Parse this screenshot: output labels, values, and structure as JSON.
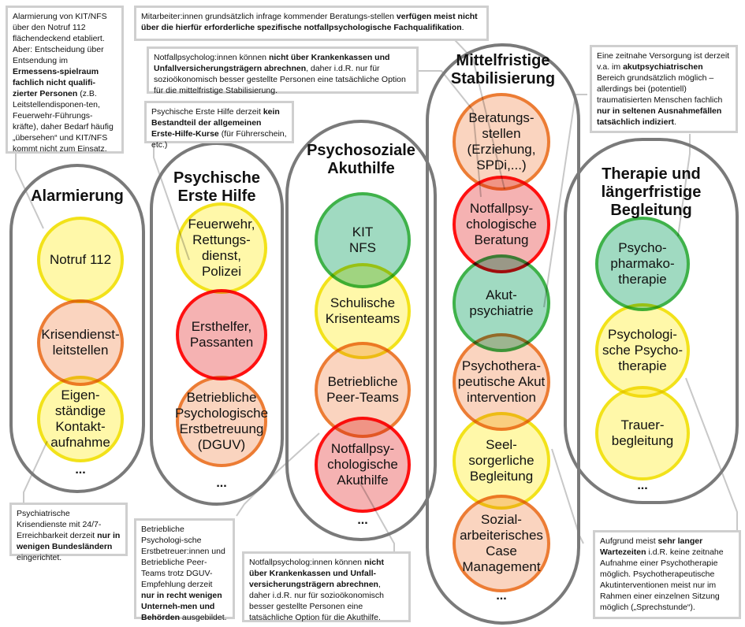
{
  "columns": [
    {
      "title": "Alarmierung",
      "items": [
        {
          "label": "Notruf 112",
          "color": "yellow"
        },
        {
          "label": "Krisendienst-\nleitstellen",
          "color": "orange"
        },
        {
          "label": "Eigen-\nständige\nKontakt-\naufnahme",
          "color": "yellow"
        }
      ],
      "more": "..."
    },
    {
      "title": "Psychische\nErste Hilfe",
      "items": [
        {
          "label": "Feuerwehr,\nRettungs-\ndienst,\nPolizei",
          "color": "yellow"
        },
        {
          "label": "Ersthelfer,\nPassanten",
          "color": "red"
        },
        {
          "label": "Betriebliche\nPsychologische\nErstbetreuung\n(DGUV)",
          "color": "orange"
        }
      ],
      "more": "..."
    },
    {
      "title": "Psychosoziale\nAkuthilfe",
      "items": [
        {
          "label": "KIT\nNFS",
          "color": "green"
        },
        {
          "label": "Schulische\nKrisenteams",
          "color": "yellow"
        },
        {
          "label": "Betriebliche\nPeer-Teams",
          "color": "orange"
        },
        {
          "label": "Notfallpsy-\nchologische\nAkuthilfe",
          "color": "red"
        }
      ],
      "more": "..."
    },
    {
      "title": "Mittelfristige\nStabilisierung",
      "items": [
        {
          "label": "Beratungs-\nstellen\n(Erziehung,\nSPDi,...)",
          "color": "orange"
        },
        {
          "label": "Notfallpsy-\nchologische\nBeratung",
          "color": "red"
        },
        {
          "label": "Akut-\npsychiatrie",
          "color": "green"
        },
        {
          "label": "Psychothera-\npeutische Akut\nintervention",
          "color": "orange"
        },
        {
          "label": "Seel-\nsorgerliche\nBegleitung",
          "color": "yellow"
        },
        {
          "label": "Sozial-\narbeiterisches\nCase\nManagement",
          "color": "orange"
        }
      ],
      "more": "..."
    },
    {
      "title": "Therapie und\nlängerfristige\nBegleitung",
      "items": [
        {
          "label": "Psycho-\npharmako-\ntherapie",
          "color": "green"
        },
        {
          "label": "Psychologi-\nsche Psycho-\ntherapie",
          "color": "yellow"
        },
        {
          "label": "Trauer-\nbegleitung",
          "color": "yellow"
        }
      ],
      "more": "..."
    }
  ],
  "notes": [
    {
      "parts": [
        [
          "Alarmierung von KIT/NFS über den Notruf 112 flächendeckend etabliert. Aber: Entscheidung über Entsendung im ",
          0
        ],
        [
          "Ermessens-spielraum fachlich nicht qualifi-zierter Personen",
          1
        ],
        [
          " (z.B. Leitstellendisponen-ten, Feuerwehr-Führungs-kräfte), daher Bedarf häufig „übersehen“ und KIT/NFS kommt nicht zum Einsatz.",
          0
        ]
      ]
    },
    {
      "parts": [
        [
          "Mitarbeiter:innen grundsätzlich infrage kommender Beratungs-stellen ",
          0
        ],
        [
          "verfügen meist nicht über die hierfür erforderliche spezifische notfallpsychologische Fachqualifikation",
          1
        ],
        [
          ".",
          0
        ]
      ]
    },
    {
      "parts": [
        [
          "Notfallpsycholog:innen können ",
          0
        ],
        [
          "nicht über Krankenkassen und Unfallversicherungsträgern abrechnen",
          1
        ],
        [
          ", daher i.d.R. nur für sozioökonomisch besser gestellte Personen eine tatsächliche Option für die mittelfristige Stabilisierung.",
          0
        ]
      ]
    },
    {
      "parts": [
        [
          "Psychische Erste Hilfe derzeit ",
          0
        ],
        [
          "kein Bestandteil der allgemeinen Erste-Hilfe-Kurse",
          1
        ],
        [
          " (für Führerschein, etc.)",
          0
        ]
      ]
    },
    {
      "parts": [
        [
          "Eine zeitnahe Versorgung ist derzeit v.a. im ",
          0
        ],
        [
          "akutpsychiatrischen",
          1
        ],
        [
          " Bereich grundsätzlich möglich – allerdings bei (potentiell) traumatisierten Menschen fachlich ",
          0
        ],
        [
          "nur in seltenen Ausnahmefällen tatsächlich indiziert",
          1
        ],
        [
          ".",
          0
        ]
      ]
    },
    {
      "parts": [
        [
          "Psychiatrische Krisendienste mit 24/7-Erreichbarkeit derzeit ",
          0
        ],
        [
          "nur in wenigen Bundesländern",
          1
        ],
        [
          " eingerichtet.",
          0
        ]
      ]
    },
    {
      "parts": [
        [
          "Betriebliche Psychologi-sche Erstbetreuer:innen und Betriebliche Peer-Teams trotz DGUV-Empfehlung derzeit ",
          0
        ],
        [
          "nur in recht wenigen Unterneh-men und Behörden",
          1
        ],
        [
          " ausgebildet.",
          0
        ]
      ]
    },
    {
      "parts": [
        [
          "Notfallpsycholog:innen können ",
          0
        ],
        [
          "nicht über Krankenkassen und Unfall-versicherungsträgern abrechnen",
          1
        ],
        [
          ", daher i.d.R. nur für sozioökonomisch besser gestellte Personen eine tatsächliche Option für die Akuthilfe.",
          0
        ]
      ]
    },
    {
      "parts": [
        [
          "Aufgrund meist ",
          0
        ],
        [
          "sehr langer Wartezeiten",
          1
        ],
        [
          " i.d.R. keine zeitnahe Aufnahme einer Psychotherapie möglich. Psychotherapeutische Akutinterventionen meist nur im Rahmen einer einzelnen Sitzung möglich („Sprechstunde“).",
          0
        ]
      ]
    }
  ]
}
